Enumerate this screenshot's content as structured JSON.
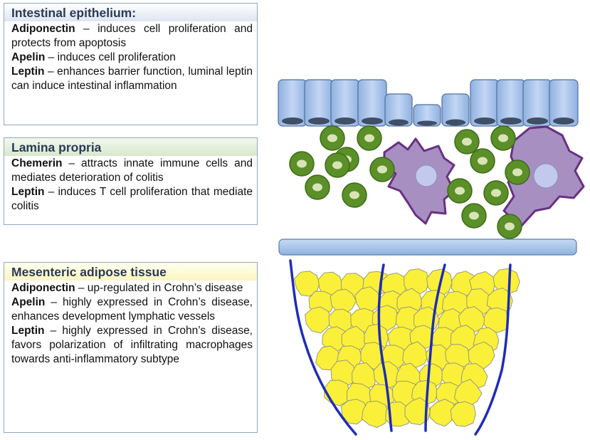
{
  "panels": {
    "epithelium": {
      "title": "Intestinal epithelium:",
      "entries": [
        {
          "term": "Adiponectin",
          "text": " – induces cell proliferation and protects from apoptosis"
        },
        {
          "term": "Apelin",
          "text": " – induces cell proliferation"
        },
        {
          "term": "Leptin",
          "text": " – enhances barrier function, luminal leptin can induce intestinal inflammation"
        }
      ]
    },
    "lamina": {
      "title": "Lamina propria",
      "entries": [
        {
          "term": "Chemerin",
          "text": " – attracts innate immune cells and mediates deterioration of colitis"
        },
        {
          "term": "Leptin",
          "text": " – induces T cell proliferation that mediate colitis"
        }
      ]
    },
    "mesenteric": {
      "title": "Mesenteric adipose tissue",
      "entries": [
        {
          "term": "Adiponectin",
          "text": " – up-regulated in Crohn’s disease"
        },
        {
          "term": "Apelin",
          "text": " – highly expressed in Crohn’s disease, enhances development lymphatic vessels"
        },
        {
          "term": "Leptin",
          "text": " – highly expressed in Crohn’s disease, favors polarization of infiltrating macrophages towards anti-inflammatory subtype"
        }
      ]
    }
  },
  "colors": {
    "epithelium_cell": "#a9c4ea",
    "nucleus": "#3e4f66",
    "lymphocyte_ring": "#5b8f28",
    "lymphocyte_core": "#d8e4b6",
    "macrophage": "#a78fc2",
    "macrophage_outline": "#6a2f82",
    "adipocyte": "#faf03a",
    "vessel": "#1e2db8",
    "basement": "#aac6ea"
  }
}
